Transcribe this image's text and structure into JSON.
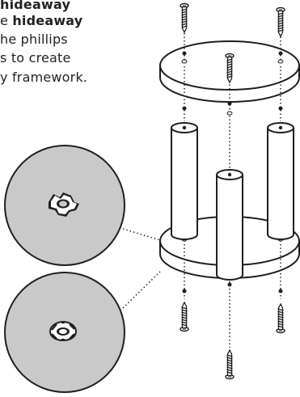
{
  "instructions": {
    "line1": "hideaway",
    "line2_prefix": "e ",
    "line2_bold": "hideaway",
    "line3": "he phillips",
    "line4": "s to create",
    "line5": "y framework."
  },
  "colors": {
    "stroke": "#1f1f1f",
    "wood": "#ffffff",
    "zoom_bg": "#c9c9c9",
    "dotted": "#333333"
  },
  "icons": [
    "screw-icon",
    "tee-nut-icon",
    "zoom-circle",
    "leg-cylinder",
    "disc-plate"
  ]
}
